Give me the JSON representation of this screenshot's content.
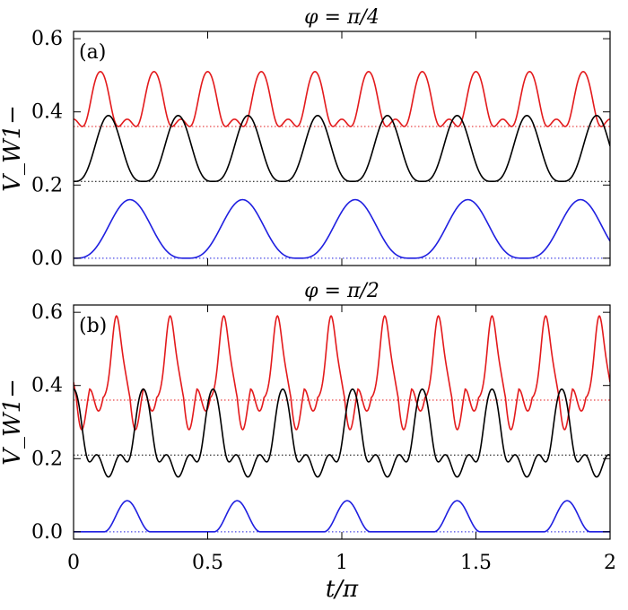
{
  "chart_data": [
    {
      "type": "line",
      "panel_label": "(a)",
      "title": "φ = π/4",
      "xlabel": "",
      "ylabel": "V_W1−",
      "xlim": [
        0,
        2
      ],
      "ylim": [
        -0.02,
        0.62
      ],
      "yticks": [
        0.0,
        0.2,
        0.4,
        0.6
      ],
      "ytick_labels": [
        "0.0",
        "0.2",
        "0.4",
        "0.6"
      ],
      "xticks": [
        0,
        0.5,
        1,
        1.5,
        2
      ],
      "xtick_labels": [],
      "grid": false,
      "series": [
        {
          "color": "#e31a1c",
          "style": "solid",
          "kind": "double_hump",
          "baseline": 0.36,
          "peak": 0.51,
          "period": 0.2,
          "offset": 0.0
        },
        {
          "color": "#000000",
          "style": "solid",
          "kind": "plateau",
          "baseline": 0.21,
          "peak": 0.39,
          "period": 0.26,
          "offset": 0.0
        },
        {
          "color": "#1f1fe0",
          "style": "solid",
          "kind": "plateau",
          "baseline": 0.0,
          "peak": 0.16,
          "period": 0.42,
          "offset": 0.0
        }
      ],
      "reference_lines": [
        {
          "color": "#e31a1c",
          "style": "dotted",
          "y": 0.36
        },
        {
          "color": "#000000",
          "style": "dotted",
          "y": 0.21
        },
        {
          "color": "#1f1fe0",
          "style": "dotted",
          "y": 0.0
        }
      ]
    },
    {
      "type": "line",
      "panel_label": "(b)",
      "title": "φ = π/2",
      "xlabel": "t/π",
      "ylabel": "V_W1−",
      "xlim": [
        0,
        2
      ],
      "ylim": [
        -0.02,
        0.62
      ],
      "yticks": [
        0.0,
        0.2,
        0.4,
        0.6
      ],
      "ytick_labels": [
        "0.0",
        "0.2",
        "0.4",
        "0.6"
      ],
      "xticks": [
        0,
        0.5,
        1,
        1.5,
        2
      ],
      "xtick_labels": [
        "0",
        "0.5",
        "1",
        "1.5",
        "2"
      ],
      "grid": false,
      "series": [
        {
          "color": "#e31a1c",
          "style": "solid",
          "kind": "spiky",
          "baseline": 0.36,
          "peak": 0.59,
          "trough": 0.25,
          "period": 0.2,
          "offset": 0.06
        },
        {
          "color": "#000000",
          "style": "solid",
          "kind": "spiky_low",
          "baseline": 0.21,
          "peak": 0.39,
          "trough": 0.15,
          "period": 0.26,
          "offset": 0.13
        },
        {
          "color": "#1f1fe0",
          "style": "solid",
          "kind": "bump",
          "baseline": 0.0,
          "peak": 0.085,
          "period": 0.41,
          "offset": 0.2
        }
      ],
      "reference_lines": [
        {
          "color": "#e31a1c",
          "style": "dotted",
          "y": 0.36
        },
        {
          "color": "#000000",
          "style": "dotted",
          "y": 0.21
        },
        {
          "color": "#1f1fe0",
          "style": "dotted",
          "y": 0.0
        }
      ]
    }
  ]
}
